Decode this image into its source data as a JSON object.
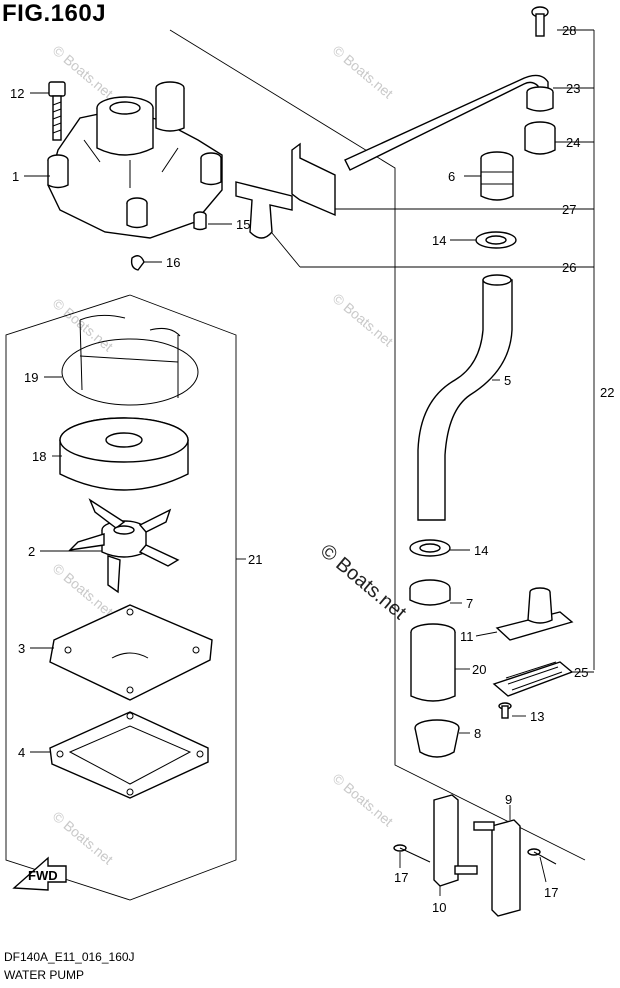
{
  "figure": {
    "title": "FIG.160J",
    "code": "DF140A_E11_016_160J",
    "caption": "WATER PUMP",
    "watermark": "© Boats.net",
    "fwd_label": "FWD"
  },
  "callouts": [
    "1",
    "2",
    "3",
    "4",
    "5",
    "6",
    "7",
    "8",
    "9",
    "10",
    "11",
    "12",
    "13",
    "14",
    "14",
    "15",
    "16",
    "17",
    "17",
    "18",
    "19",
    "20",
    "21",
    "22",
    "23",
    "24",
    "25",
    "26",
    "27",
    "28"
  ]
}
